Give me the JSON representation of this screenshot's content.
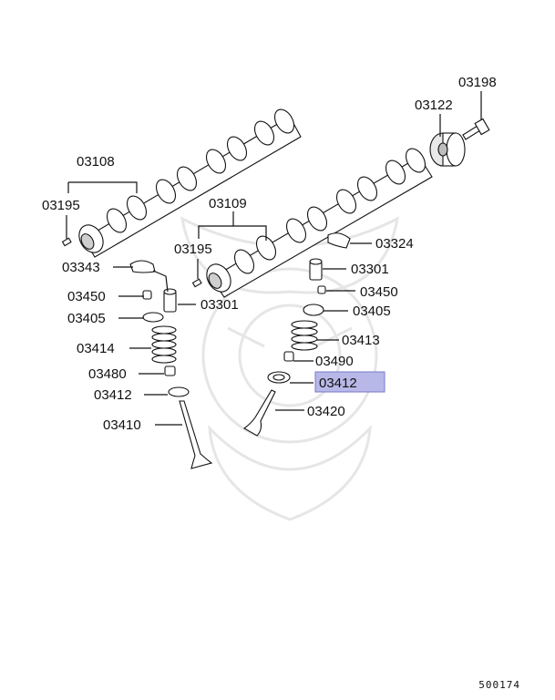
{
  "diagram": {
    "highlight_color": "#b8b8e8",
    "labels": {
      "camshaft_intake_group": "03108",
      "camshaft_exhaust_group": "03109",
      "pin_left": "03195",
      "pin_right": "03195",
      "pulley_bolt": "03198",
      "sprocket": "03122",
      "rocker_arm_left": "03343",
      "rocker_arm_right": "03324",
      "lash_adjuster_left": "03301",
      "lash_adjuster_right": "03301",
      "retainer_left": "03450",
      "retainer_right": "03450",
      "spring_seat_left": "03405",
      "spring_seat_right": "03405",
      "spring_left": "03414",
      "spring_right": "03413",
      "stem_seal_left": "03480",
      "stem_seal_right": "03490",
      "washer_left": "03412",
      "washer_right_highlighted": "03412",
      "valve_left": "03410",
      "valve_right": "03420"
    },
    "diagram_id": "500174"
  }
}
